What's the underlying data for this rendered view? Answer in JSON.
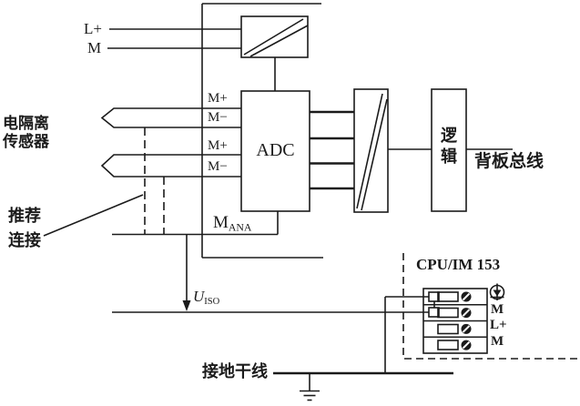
{
  "colors": {
    "ink": "#1b1b1b",
    "paper": "#ffffff"
  },
  "labels": {
    "supply": {
      "l_plus": "L+",
      "m": "M"
    },
    "sensor": {
      "line1": "电隔离",
      "line2": "传感器"
    },
    "recommended": {
      "line1": "推荐",
      "line2": "连接"
    },
    "module_terminals": {
      "ch1_plus": "M+",
      "ch1_minus": "M−",
      "ch2_plus": "M+",
      "ch2_minus": "M−"
    },
    "adc": "ADC",
    "m_ana": {
      "base": "M",
      "sub": "ANA"
    },
    "logic": {
      "line1": "逻",
      "line2": "辑"
    },
    "backplane_bus": "背板总线",
    "u_iso": {
      "base": "U",
      "sub": "ISO"
    },
    "cpu": {
      "title": "CPU/IM 153",
      "terminals": [
        "M",
        "L+",
        "M"
      ]
    },
    "ground_trunk": "接地干线"
  }
}
